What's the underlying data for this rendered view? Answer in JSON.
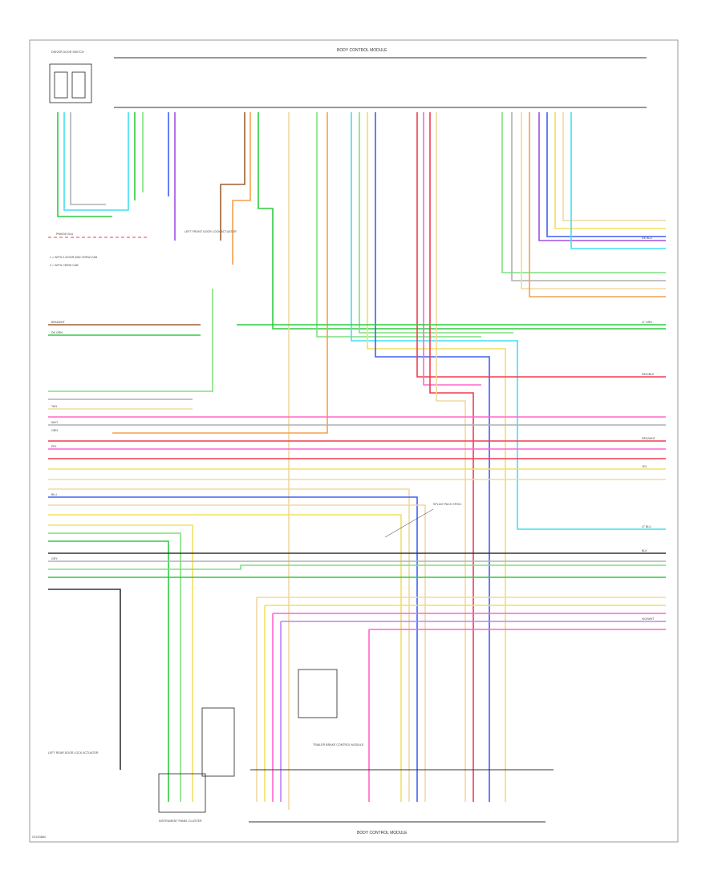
{
  "figure_id": "G1023884",
  "modules": {
    "body_control_top": "BODY CONTROL MODULE",
    "body_control_bottom": "BODY CONTROL MODULE",
    "left_top": "DRIVER DOOR SWITCH",
    "center_sw": "TRAILER BRAKE CONTROL MODULE",
    "left_bottom": "LEFT REAR DOOR LOCK ACTUATOR",
    "center_bottom_box": "INSTRUMENT PANEL CLUSTER",
    "mid_note": "LEFT FRONT DOOR LOCK ACTUATOR",
    "splice_note": "SPLICE PACK SP201"
  },
  "notes": {
    "note1": "1 = WITH 2-DOOR AND CREW CAB",
    "note2": "2 = WITH CREW CAB"
  },
  "wire_labels": {
    "pink_dk_blue": "PNK/DK BLU",
    "brown_white": "BRN/WHT",
    "lt_green": "LT GRN",
    "dk_green": "DK GRN",
    "white": "WHT",
    "tan": "TAN",
    "orange": "ORN",
    "red_black": "RED/BLK",
    "red_white": "RED/WHT",
    "purple": "PPL",
    "yellow": "YEL",
    "gray": "GRY",
    "blue": "BLU",
    "black": "BLK",
    "violet_white": "VIO/WHT",
    "lt_blue": "LT BLU",
    "dk_blue": "DK BLU"
  },
  "colors": {
    "green": "#2ecc40",
    "lt_green": "#7fe07f",
    "red": "#f03c50",
    "pink": "#ff66cc",
    "orange": "#f4a050",
    "tan": "#f0d8a0",
    "cyan": "#40e0f0",
    "blue": "#4060f0",
    "yellow": "#f0e060",
    "purple": "#a050e0",
    "brown": "#a06030",
    "gray": "#b0b0b0",
    "black": "#333333",
    "violet": "#c080ff"
  }
}
